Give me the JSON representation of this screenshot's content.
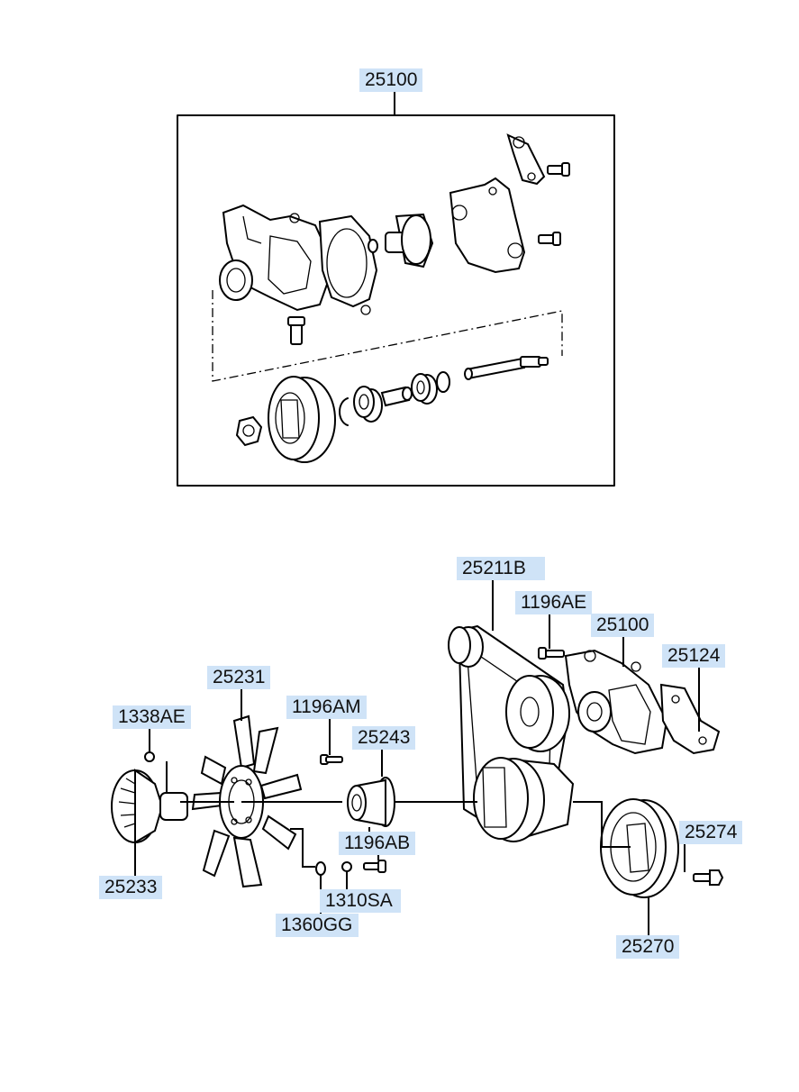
{
  "callouts": {
    "water_pump_assembly_top": "25100",
    "belt": "25211B",
    "bolt_1196ae": "1196AE",
    "water_pump_assembly": "25100",
    "gasket_25124": "25124",
    "fan": "25231",
    "nut_1338ae": "1338AE",
    "bolt_1196am": "1196AM",
    "spacer_25243": "25243",
    "bolt_1196ab": "1196AB",
    "bolt_25274": "25274",
    "clutch_25233": "25233",
    "washer_1310sa": "1310SA",
    "washer_1360gg": "1360GG",
    "pulley_25270": "25270"
  },
  "colors": {
    "label_bg": "#cfe3f7",
    "line": "#000000"
  }
}
